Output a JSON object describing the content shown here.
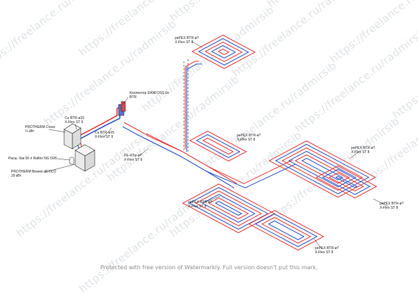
{
  "watermark": "https://freelance.ru/radmirsib",
  "footer": "Protected with free version of Watermarkly. Full version doesn't put this mark.",
  "colors": {
    "supply": "#e23c3c",
    "return": "#2f56c8",
    "line": "#222222"
  },
  "labels": {
    "proterm_gross": [
      "PROTHERM Cross",
      "¼ кВт"
    ],
    "cu_top": [
      "Cu BTR-ø15",
      "X-Flex ST 9"
    ],
    "cu_mid": [
      "Cu BTR-ø15",
      "X-Flex ST 9"
    ],
    "raflex": "Расш. бак 50 л Raflex NG 50/6",
    "proterm_beaver": [
      "PROTHERM Beaver 40 DLO",
      "29 кВт"
    ],
    "kollektor": [
      "Коллектор DANFOSS 6х",
      "BTR"
    ],
    "pe_left": [
      "PE-RTø-ø?",
      "X-Flex ST 9"
    ],
    "top_loop": [
      "pePEX BTR-ø?",
      "X-Flex ST 8"
    ],
    "mid_loop": [
      "pePEX BTR-ø?",
      "X-Flex ST 8"
    ],
    "right_loop": [
      "pePEX BTR-ø?",
      "X-Flex ST 8"
    ],
    "bottom_left_loop": [
      "pePEX BTR-ø?",
      "X-Flex ST 8"
    ],
    "far_right_loop": [
      "pePEX BTR-ø?",
      "X-Flex ST 8"
    ],
    "bottom_loop": [
      "pePEX BTR-ø?",
      "X-Flex ST 8"
    ]
  }
}
